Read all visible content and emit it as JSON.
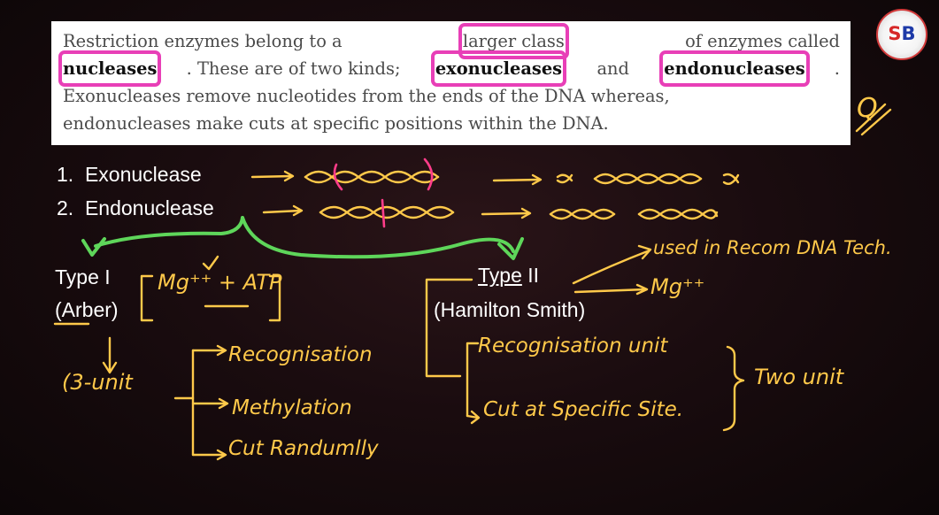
{
  "excerpt": {
    "lines": [
      [
        "Restriction enzymes belong to a ",
        "larger class",
        " of enzymes called"
      ],
      [
        "nucleases",
        ". These are of two kinds; ",
        "exonucleases",
        " and ",
        "endonucleases",
        "."
      ],
      [
        "Exonucleases remove nucleotides from the ends of the DNA whereas,"
      ],
      [
        "endonucleases make cuts at specific positions within the DNA."
      ]
    ]
  },
  "typed": {
    "item1": "1.  Exonuclease",
    "item2": "2.  Endonuclease",
    "type1_label": "Type I",
    "type1_person": "(Arber)",
    "type2_word": "Type",
    "type2_numeral": " II",
    "type2_person": "(Hamilton Smith)"
  },
  "handwriting": {
    "margin_mark": "Q",
    "type1_cofactors": "Mg⁺⁺ + ATP",
    "three_unit": "(3-unit",
    "recognisation": "Recognisation",
    "methylation": "Methylation",
    "cut_random": "Cut Randumlly",
    "used_in": "used in Recom DNA Tech.",
    "type2_cofactor": "Mg⁺⁺",
    "recognisation_unit": "Recognisation unit",
    "cut_specific": "Cut at Specific Site.",
    "two_unit": "Two unit"
  },
  "logo": {
    "initial_a": "S",
    "initial_b": "B"
  },
  "colors": {
    "highlight": "#e83fb7",
    "ink": "#ffc94a",
    "pink_mark": "#ff3d8a",
    "arrow_green": "#5ed65a",
    "background": "#1a0c0f"
  }
}
